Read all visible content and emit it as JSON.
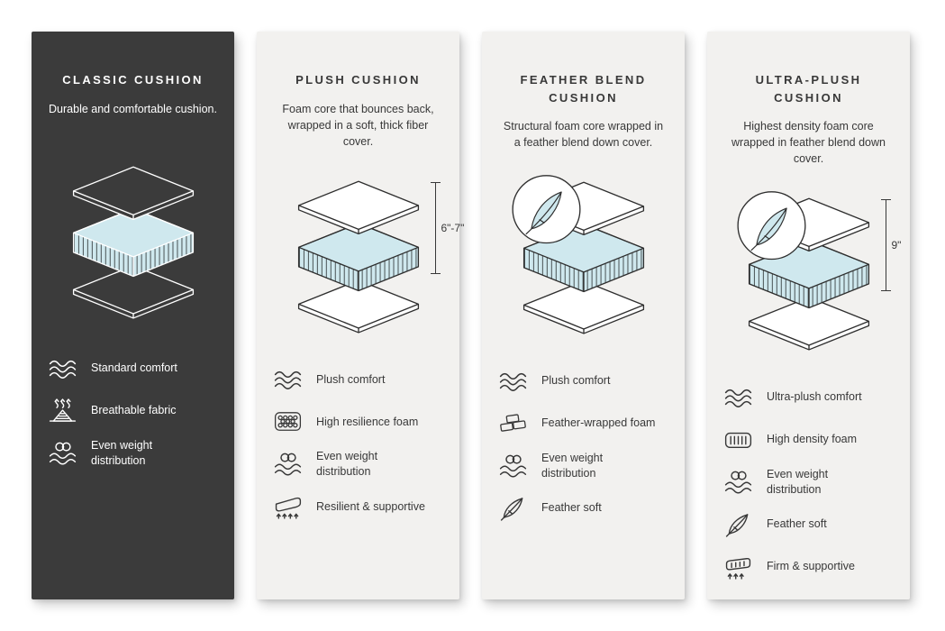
{
  "page": {
    "background": "#ffffff",
    "type": "cushion-comparison-infographic"
  },
  "colors": {
    "dark_panel": "#3b3b3b",
    "light_panel": "#f2f1ef",
    "foam_fill": "#cfe8ee",
    "line_dark": "#2e2e2e",
    "line_light": "#ffffff"
  },
  "panels": [
    {
      "id": "classic-cushion",
      "theme": "dark",
      "title": "CLASSIC CUSHION",
      "description": "Durable and comfortable cushion.",
      "has_feather_badge": false,
      "measurement": "",
      "features": [
        {
          "icon": "waves-icon",
          "label": "Standard comfort"
        },
        {
          "icon": "breathable-icon",
          "label": "Breathable fabric"
        },
        {
          "icon": "weight-distribution-icon",
          "label": "Even weight distribution"
        }
      ]
    },
    {
      "id": "plush-cushion",
      "theme": "light",
      "title": "PLUSH CUSHION",
      "description": "Foam core that bounces back, wrapped in a soft, thick fiber cover.",
      "has_feather_badge": false,
      "measurement": "6\"-7\"",
      "features": [
        {
          "icon": "waves-icon",
          "label": "Plush comfort"
        },
        {
          "icon": "foam-cells-icon",
          "label": "High resilience foam"
        },
        {
          "icon": "weight-distribution-icon",
          "label": "Even weight distribution"
        },
        {
          "icon": "resilient-icon",
          "label": "Resilient & supportive"
        }
      ]
    },
    {
      "id": "feather-blend-cushion",
      "theme": "light",
      "title": "FEATHER BLEND CUSHION",
      "description": "Structural foam core wrapped in a feather blend down cover.",
      "has_feather_badge": true,
      "measurement": "",
      "features": [
        {
          "icon": "waves-icon",
          "label": "Plush comfort"
        },
        {
          "icon": "bricks-icon",
          "label": "Feather-wrapped foam"
        },
        {
          "icon": "weight-distribution-icon",
          "label": "Even weight distribution"
        },
        {
          "icon": "feather-icon",
          "label": "Feather soft"
        }
      ]
    },
    {
      "id": "ultra-plush-cushion",
      "theme": "light",
      "title": "ULTRA-PLUSH CUSHION",
      "description": "Highest density foam core wrapped in feather blend down cover.",
      "has_feather_badge": true,
      "measurement": "9\"",
      "features": [
        {
          "icon": "waves-icon",
          "label": "Ultra-plush comfort"
        },
        {
          "icon": "density-foam-icon",
          "label": "High density foam"
        },
        {
          "icon": "weight-distribution-icon",
          "label": "Even weight distribution"
        },
        {
          "icon": "feather-icon",
          "label": "Feather soft"
        },
        {
          "icon": "firm-icon",
          "label": "Firm & supportive"
        }
      ]
    }
  ]
}
